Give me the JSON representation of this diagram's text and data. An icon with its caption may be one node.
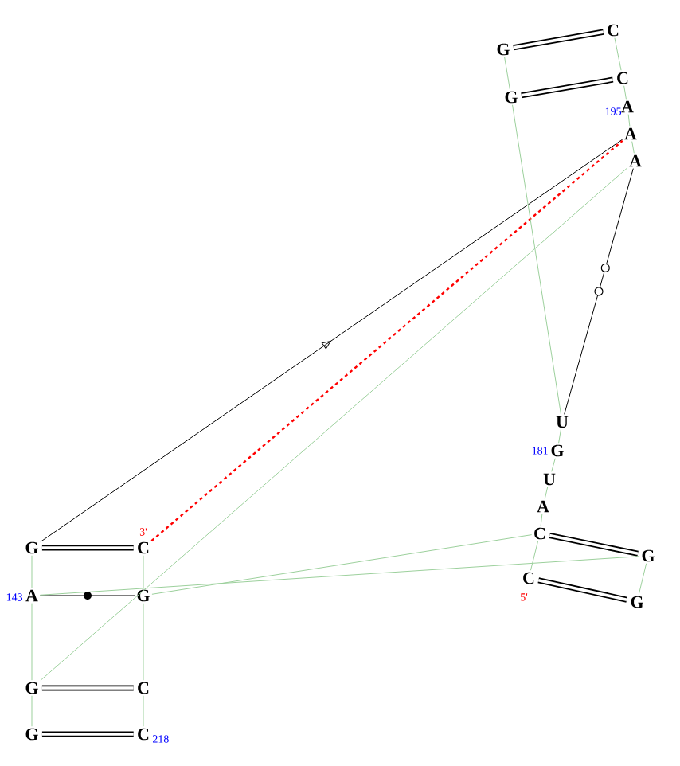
{
  "diagram": {
    "nodes": [
      {
        "text": [
          "G"
        ]
      },
      {
        "text": [
          "C"
        ]
      },
      {
        "text": [
          "G"
        ]
      },
      {
        "text": [
          "C"
        ]
      },
      {
        "text": [
          "A"
        ],
        "beside": [
          "195"
        ]
      },
      {
        "text": [
          "A"
        ]
      },
      {
        "text": [
          "A"
        ]
      },
      {
        "text": [
          "U"
        ]
      },
      {
        "text": [
          "G"
        ],
        "beside": [
          "181"
        ]
      },
      {
        "text": [
          "U"
        ]
      },
      {
        "text": [
          "A"
        ]
      },
      {
        "text": [
          "C"
        ]
      },
      {
        "text": [
          "G"
        ]
      },
      {
        "text": [
          "C"
        ],
        "beside": [
          "5'"
        ]
      },
      {
        "text": [
          "G"
        ]
      },
      {
        "text": [
          "G"
        ]
      },
      {
        "text": [
          "C"
        ],
        "beside": [
          "3'"
        ]
      },
      {
        "text": [
          "A"
        ],
        "beside": [
          "143"
        ]
      },
      {
        "text": [
          "G"
        ]
      },
      {
        "text": [
          "G"
        ]
      },
      {
        "text": [
          "C"
        ]
      },
      {
        "text": [
          "G"
        ]
      },
      {
        "text": [
          "C"
        ],
        "beside": [
          "218"
        ]
      }
    ],
    "edges": [
      {
        "from": 0,
        "to": 1,
        "arrow": "none",
        "style": "thick",
        "color": "#000000"
      },
      {
        "from": 2,
        "to": 3,
        "arrow": "none",
        "style": "thick",
        "color": "#000000"
      },
      {
        "from": 11,
        "to": 12,
        "arrow": "none",
        "style": "thick",
        "color": "#000000"
      },
      {
        "from": 13,
        "to": 14,
        "arrow": "none",
        "style": "thick",
        "color": "#000000"
      },
      {
        "from": 15,
        "to": 16,
        "arrow": "none",
        "style": "thick",
        "color": "#000000"
      },
      {
        "from": 19,
        "to": 20,
        "arrow": "none",
        "style": "thick",
        "color": "#000000"
      },
      {
        "from": 21,
        "to": 22,
        "arrow": "none",
        "style": "thick",
        "color": "#000000"
      },
      {
        "from": 17,
        "to": 18,
        "arrow": "none",
        "color": "#000000"
      },
      {
        "from": 6,
        "to": 7,
        "arrow": "none",
        "color": "#000000"
      },
      {
        "from": 15,
        "to": 5,
        "arrow": "to",
        "color": "#000000"
      },
      {
        "from": 16,
        "to": 5,
        "arrow": "none",
        "style": "dashed",
        "color": "#ff0000"
      },
      {
        "from": 0,
        "to": 2,
        "arrow": "none"
      },
      {
        "from": 2,
        "to": 7,
        "arrow": "none"
      },
      {
        "from": 1,
        "to": 3,
        "arrow": "none"
      },
      {
        "from": 3,
        "to": 4,
        "arrow": "none"
      },
      {
        "from": 4,
        "to": 5,
        "arrow": "none"
      },
      {
        "from": 5,
        "to": 6,
        "arrow": "none"
      },
      {
        "from": 6,
        "to": 19,
        "arrow": "none"
      },
      {
        "from": 7,
        "to": 8,
        "arrow": "none"
      },
      {
        "from": 8,
        "to": 9,
        "arrow": "none"
      },
      {
        "from": 9,
        "to": 10,
        "arrow": "none"
      },
      {
        "from": 10,
        "to": 11,
        "arrow": "none"
      },
      {
        "from": 11,
        "to": 13,
        "arrow": "none"
      },
      {
        "from": 12,
        "to": 14,
        "arrow": "none"
      },
      {
        "from": 17,
        "to": 12,
        "arrow": "none"
      },
      {
        "from": 18,
        "to": 11,
        "arrow": "none"
      },
      {
        "from": 15,
        "to": 17,
        "arrow": "none"
      },
      {
        "from": 17,
        "to": 19,
        "arrow": "none"
      },
      {
        "from": 19,
        "to": 21,
        "arrow": "none"
      },
      {
        "from": 16,
        "to": 18,
        "arrow": "none"
      },
      {
        "from": 18,
        "to": 20,
        "arrow": "none"
      },
      {
        "from": 20,
        "to": 22,
        "arrow": "none"
      }
    ]
  }
}
